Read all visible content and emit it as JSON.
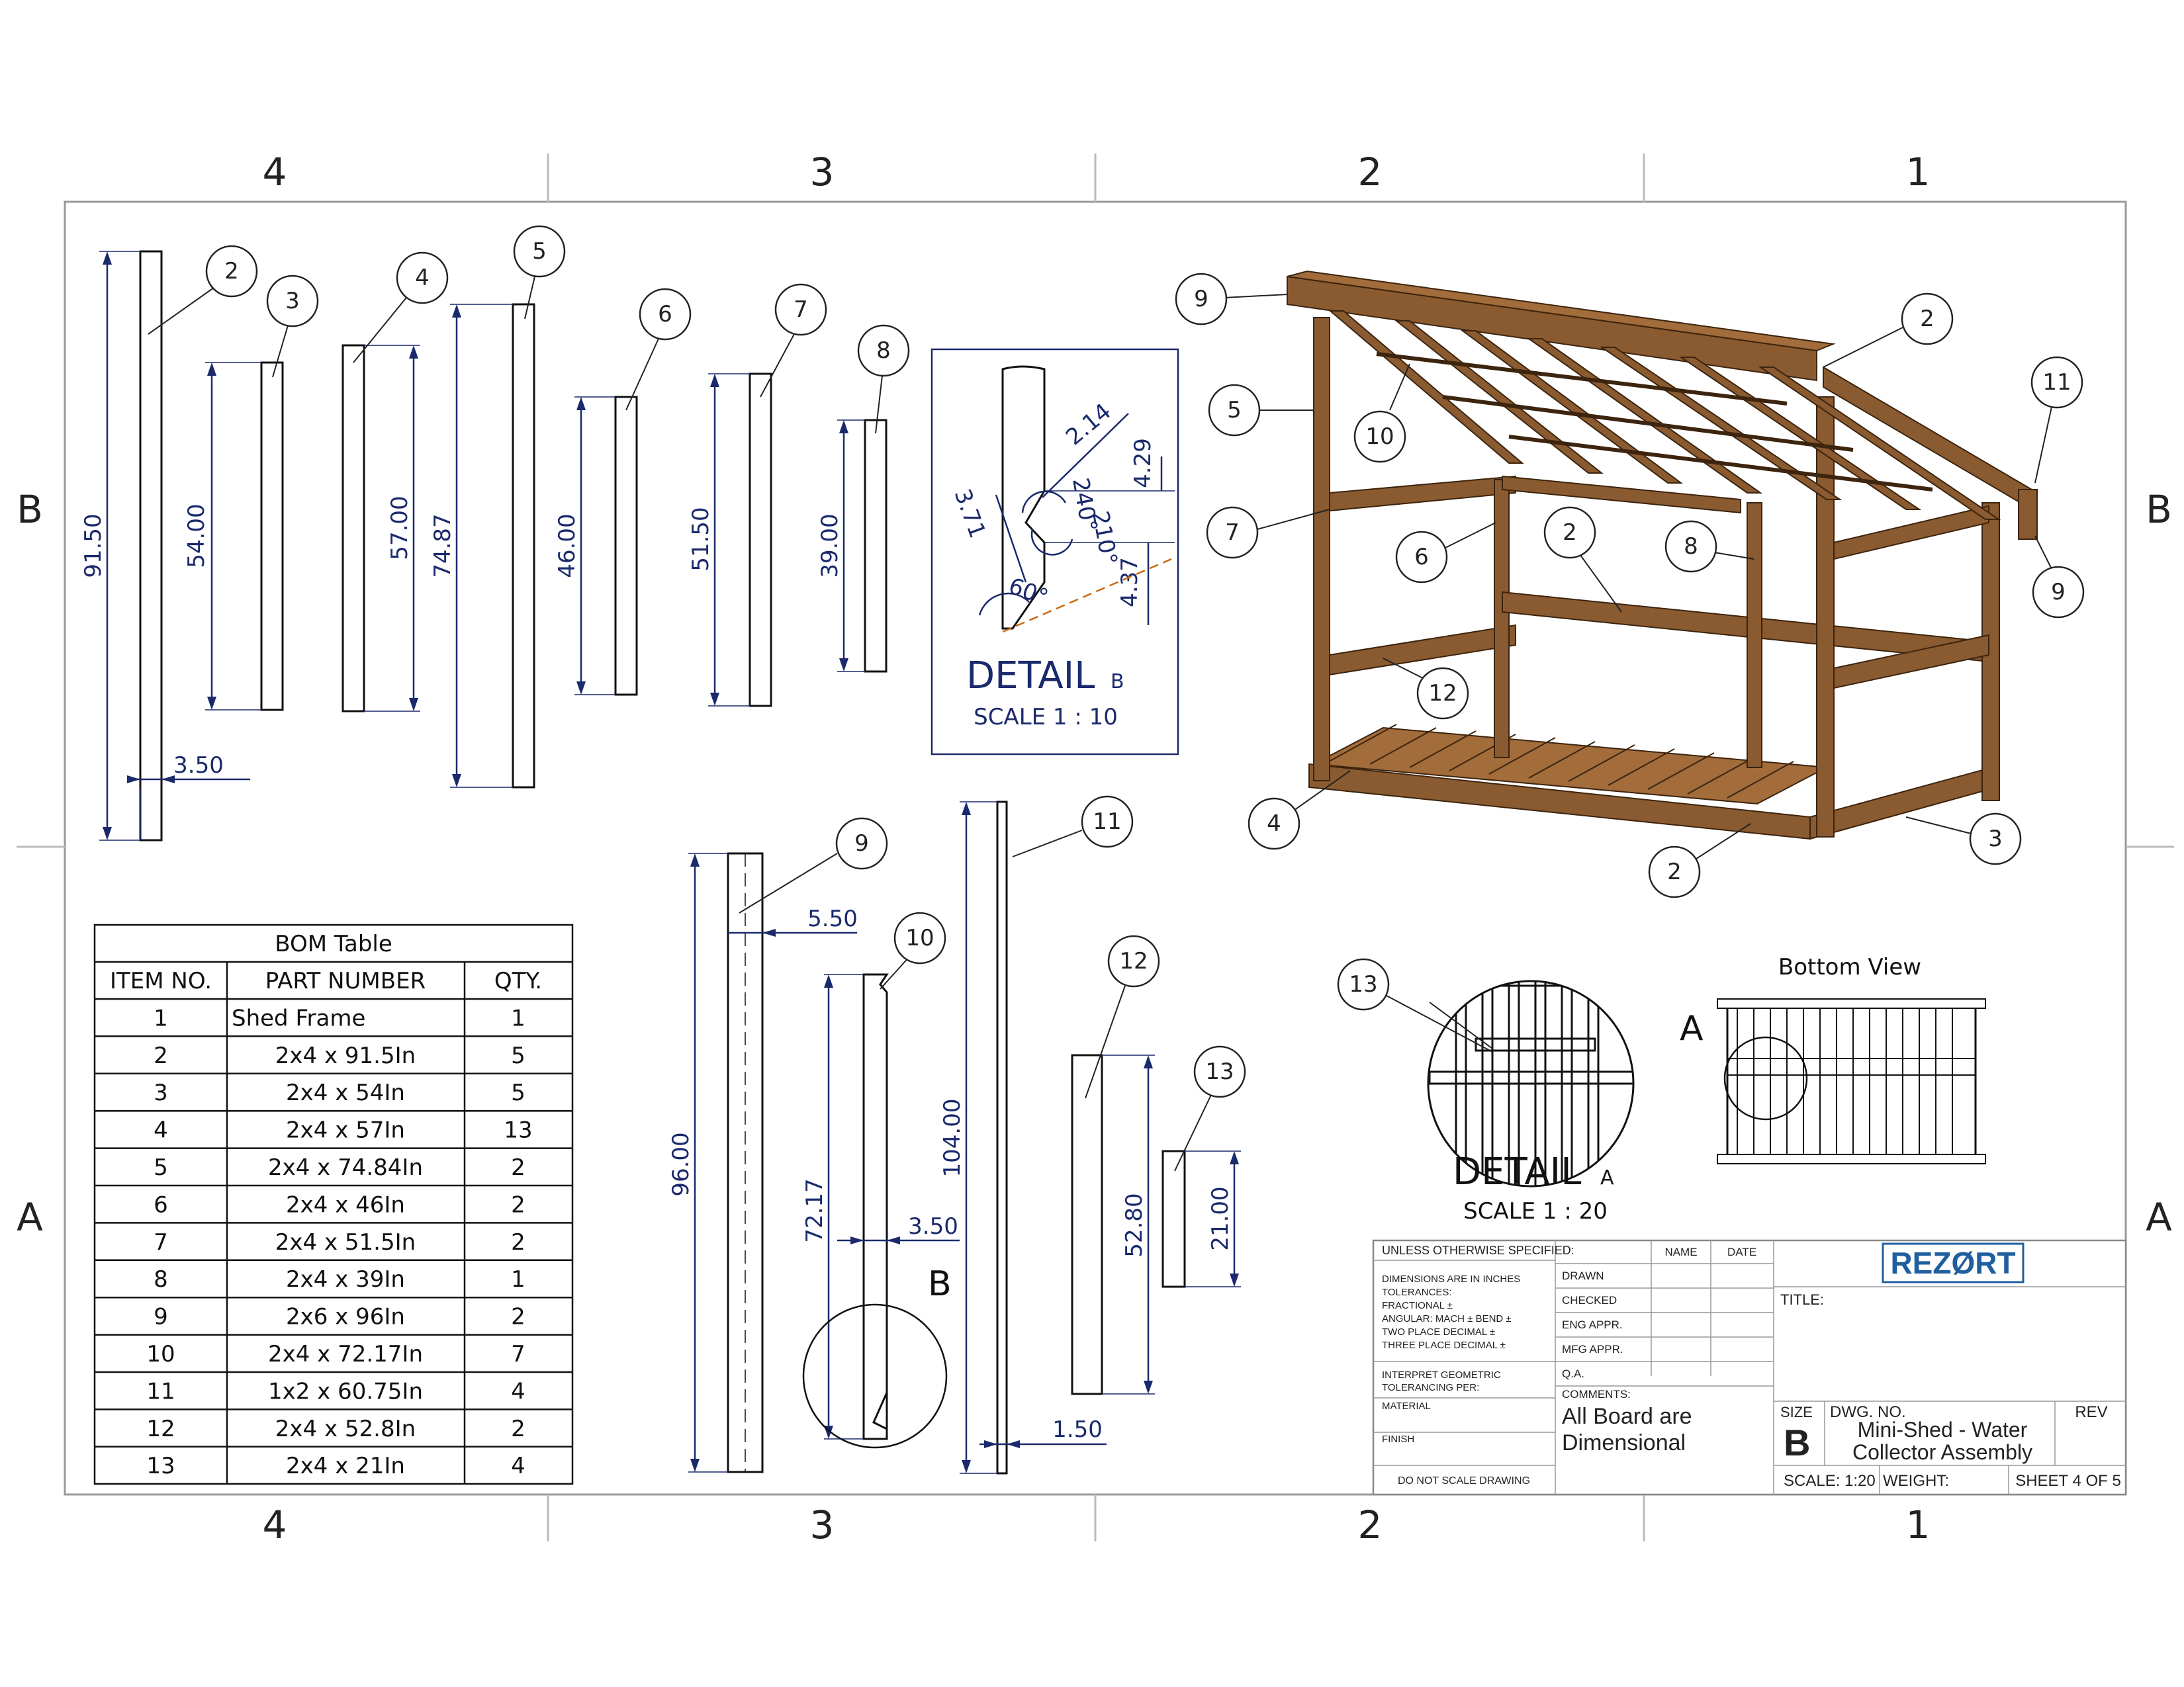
{
  "zones": {
    "columns": [
      "4",
      "3",
      "2",
      "1"
    ],
    "rows": [
      "B",
      "A"
    ]
  },
  "detail_b": {
    "title": "DETAIL",
    "letter": "B",
    "scale": "SCALE 1 : 10",
    "dims": [
      "2.14",
      "4.29",
      "3.71",
      "240°",
      "210°",
      "4.37",
      "60°"
    ]
  },
  "detail_a": {
    "title": "DETAIL",
    "letter": "A",
    "scale": "SCALE 1 : 20"
  },
  "bottom_view": {
    "title": "Bottom View",
    "marker": "A"
  },
  "detail_b_marker": "B",
  "part_dims": {
    "p2_len": "91.50",
    "p2_width": "3.50",
    "p3_len": "54.00",
    "p4_len": "57.00",
    "p5_len": "74.87",
    "p6_len": "46.00",
    "p7_len": "51.50",
    "p8_len": "39.00",
    "p9_len": "96.00",
    "p9_width": "5.50",
    "p10_len": "72.17",
    "p10_width": "3.50",
    "p11_len": "104.00",
    "p11_width": "1.50",
    "p12_len": "52.80",
    "p13_len": "21.00"
  },
  "balloons": {
    "b2": "2",
    "b3": "3",
    "b4": "4",
    "b5": "5",
    "b6": "6",
    "b7": "7",
    "b8": "8",
    "b9": "9",
    "b10": "10",
    "b11": "11",
    "b12": "12",
    "b13": "13",
    "iso9a": "9",
    "iso2a": "2",
    "iso11": "11",
    "iso5": "5",
    "iso10": "10",
    "iso7": "7",
    "iso6": "6",
    "iso2b": "2",
    "iso8": "8",
    "iso9b": "9",
    "iso12": "12",
    "iso4": "4",
    "iso2c": "2",
    "iso3": "3",
    "det13": "13"
  },
  "bom": {
    "title": "BOM Table",
    "headers": [
      "ITEM NO.",
      "PART NUMBER",
      "QTY."
    ],
    "rows": [
      [
        "1",
        "Shed Frame",
        "1"
      ],
      [
        "2",
        "2x4 x 91.5In",
        "5"
      ],
      [
        "3",
        "2x4 x 54In",
        "5"
      ],
      [
        "4",
        "2x4 x 57In",
        "13"
      ],
      [
        "5",
        "2x4 x 74.84In",
        "2"
      ],
      [
        "6",
        "2x4 x 46In",
        "2"
      ],
      [
        "7",
        "2x4 x 51.5In",
        "2"
      ],
      [
        "8",
        "2x4 x 39In",
        "1"
      ],
      [
        "9",
        "2x6 x 96In",
        "2"
      ],
      [
        "10",
        "2x4 x 72.17In",
        "7"
      ],
      [
        "11",
        "1x2 x 60.75In",
        "4"
      ],
      [
        "12",
        "2x4 x 52.8In",
        "2"
      ],
      [
        "13",
        "2x4 x 21In",
        "4"
      ]
    ]
  },
  "title_block": {
    "unless": "UNLESS OTHERWISE SPECIFIED:",
    "tol_lines": [
      "DIMENSIONS ARE IN INCHES",
      "TOLERANCES:",
      "FRACTIONAL ±",
      "ANGULAR: MACH ±    BEND ±",
      "TWO PLACE DECIMAL    ±",
      "THREE PLACE DECIMAL  ±"
    ],
    "interpret": [
      "INTERPRET GEOMETRIC",
      "TOLERANCING PER:"
    ],
    "material": "MATERIAL",
    "finish": "FINISH",
    "do_not_scale": "DO NOT SCALE DRAWING",
    "name_hdr": "NAME",
    "date_hdr": "DATE",
    "roles": [
      "DRAWN",
      "CHECKED",
      "ENG APPR.",
      "MFG APPR.",
      "Q.A."
    ],
    "comments_label": "COMMENTS:",
    "comments": [
      "All Board are",
      "Dimensional"
    ],
    "logo": "REZØRT",
    "title_label": "TITLE:",
    "size_label": "SIZE",
    "size": "B",
    "dwg_label": "DWG.  NO.",
    "dwg_name": [
      "Mini-Shed - Water",
      "Collector Assembly"
    ],
    "rev_label": "REV",
    "scale": "SCALE: 1:20",
    "weight": "WEIGHT:",
    "sheet": "SHEET 4 OF 5"
  },
  "colors": {
    "dimension": "#1a2a6c",
    "wood": "#8a5a30",
    "logo": "#1f5f9e"
  }
}
